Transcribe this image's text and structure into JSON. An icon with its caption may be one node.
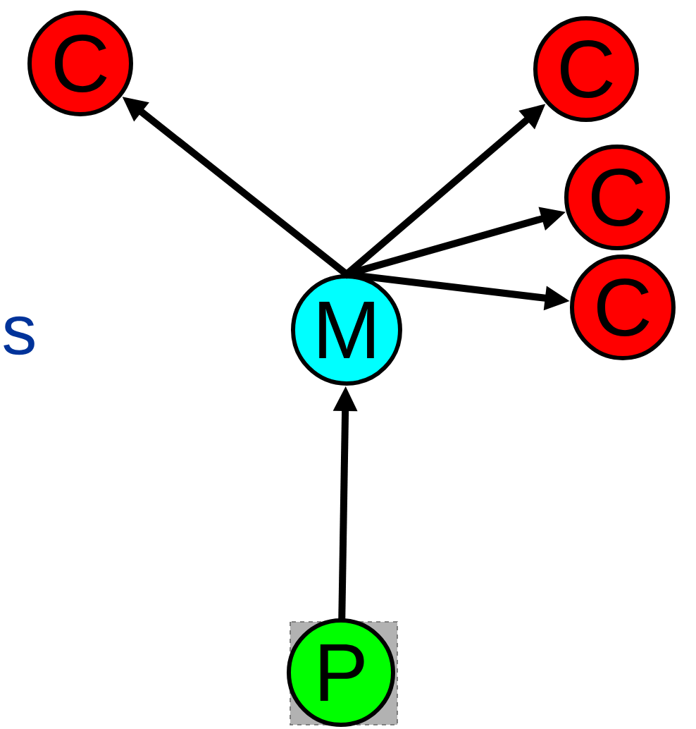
{
  "diagram": {
    "nodes": [
      {
        "text": [
          "C"
        ]
      },
      {
        "text": [
          "C"
        ]
      },
      {
        "text": [
          "C"
        ]
      },
      {
        "text": [
          "C"
        ]
      },
      {
        "text": [
          "M"
        ]
      },
      {
        "text": [
          "P"
        ]
      }
    ],
    "edges": [
      {
        "from": 4,
        "to": 0,
        "arrow": "to"
      },
      {
        "from": 4,
        "to": 1,
        "arrow": "to"
      },
      {
        "from": 4,
        "to": 2,
        "arrow": "to"
      },
      {
        "from": 4,
        "to": 3,
        "arrow": "to"
      },
      {
        "from": 5,
        "to": 4,
        "arrow": "to"
      }
    ],
    "labels": [
      "s"
    ]
  }
}
